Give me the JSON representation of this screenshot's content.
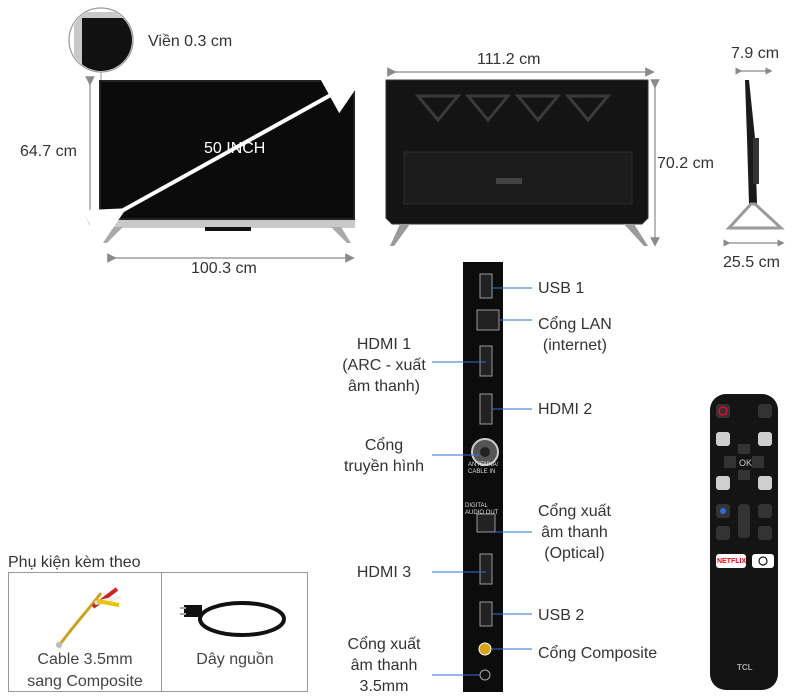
{
  "tv": {
    "bezel_label": "Viền 0.3 cm",
    "height_front": "64.7 cm",
    "diagonal": "50 INCH",
    "width_front": "100.3 cm",
    "width_back": "111.2 cm",
    "height_stand": "70.2 cm",
    "depth_top": "7.9 cm",
    "depth_stand": "25.5 cm"
  },
  "ports": {
    "usb1": "USB 1",
    "lan_line1": "Cổng LAN",
    "lan_line2": "(internet)",
    "hdmi1_line1": "HDMI 1",
    "hdmi1_line2": "(ARC - xuất",
    "hdmi1_line3": "âm thanh)",
    "hdmi2": "HDMI 2",
    "tv_line1": "Cổng",
    "tv_line2": "truyền hình",
    "optical_line1": "Cổng xuất",
    "optical_line2": "âm thanh",
    "optical_line3": "(Optical)",
    "hdmi3": "HDMI 3",
    "usb2": "USB 2",
    "audio_line1": "Cổng xuất",
    "audio_line2": "âm thanh",
    "audio_line3": "3.5mm",
    "composite": "Cổng Composite"
  },
  "panel_print": {
    "antenna": "ANTENNA/",
    "cable_in": "CABLE IN",
    "digital": "DIGITAL",
    "audio_out": "AUDIO OUT"
  },
  "accessories": {
    "title": "Phụ kiện kèm theo",
    "item1_line1": "Cable 3.5mm",
    "item1_line2": "sang Composite",
    "item2": "Dây nguồn"
  },
  "remote": {
    "netflix": "NETFLIX",
    "brand": "TCL",
    "ok": "OK"
  },
  "colors": {
    "screen": "#0a0a0a",
    "arrow": "#8a8a8a",
    "accent_blue": "#2d6fd6",
    "netflix_red": "#e50914"
  }
}
